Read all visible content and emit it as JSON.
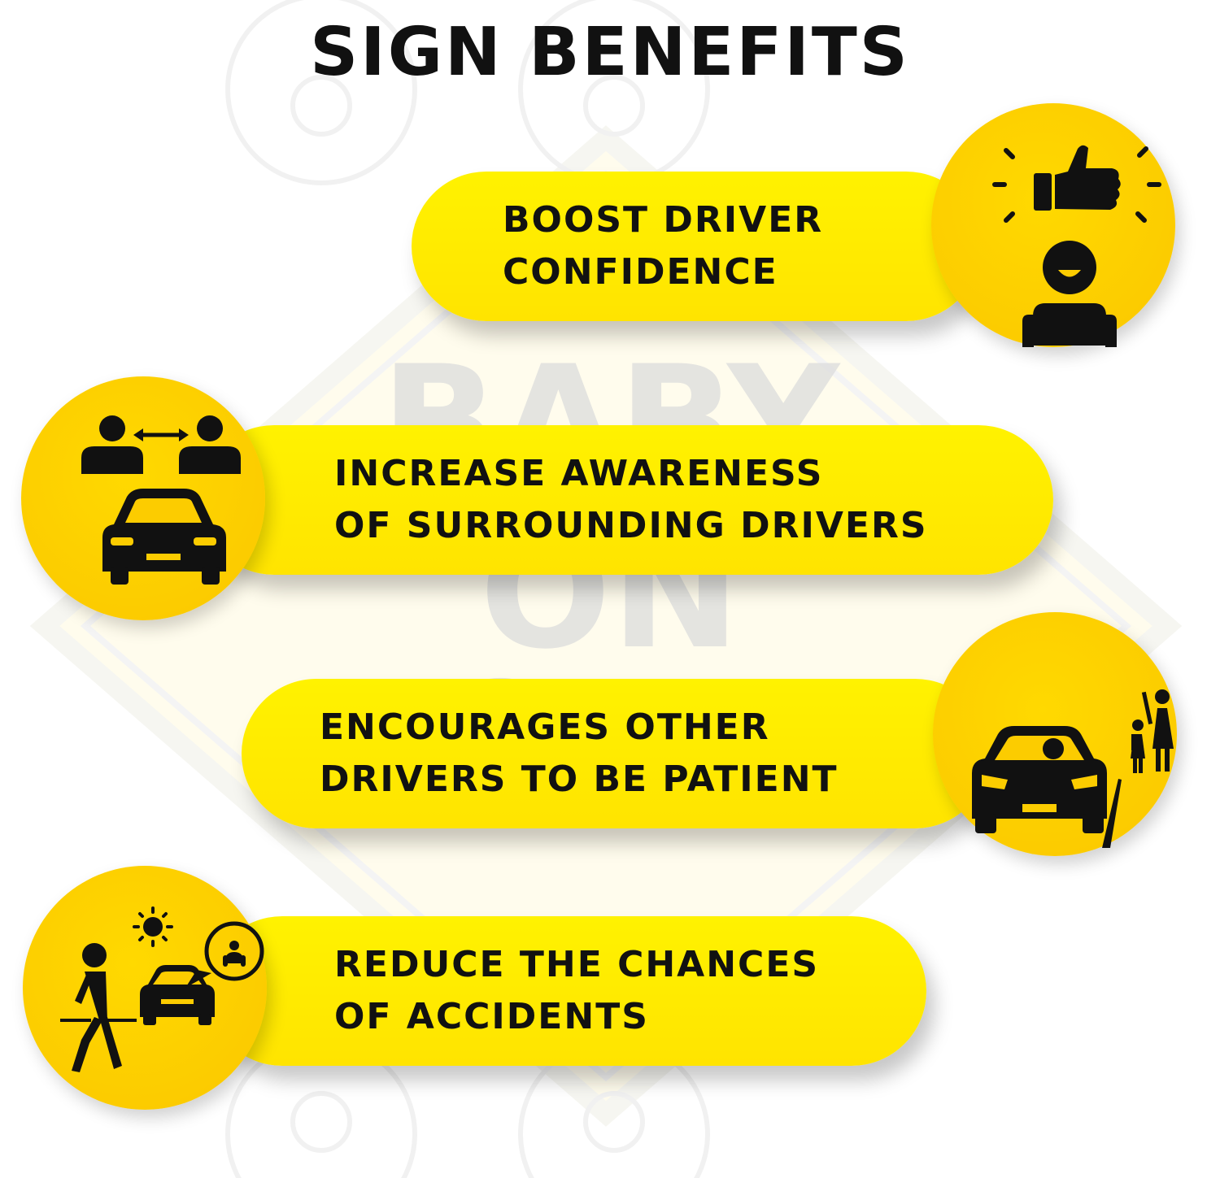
{
  "page": {
    "title": "SIGN BENEFITS",
    "background_sign_text": [
      "BABY",
      "ON",
      "BOARD"
    ]
  },
  "benefits": [
    {
      "lines": [
        "BOOST DRIVER",
        "CONFIDENCE"
      ],
      "icon": "thumbs-up-confident-driver-icon"
    },
    {
      "lines": [
        "INCREASE AWARENESS",
        "OF SURROUNDING DRIVERS"
      ],
      "icon": "drivers-awareness-car-icon"
    },
    {
      "lines": [
        "ENCOURAGES OTHER",
        "DRIVERS TO BE PATIENT"
      ],
      "icon": "car-with-pedestrians-icon"
    },
    {
      "lines": [
        "REDUCE THE CHANCES",
        "OF ACCIDENTS"
      ],
      "icon": "pedestrian-car-baby-alert-icon"
    }
  ],
  "colors": {
    "accent_yellow": "#fff200",
    "circle_yellow": "#fccc00",
    "text": "#111111",
    "background": "#ffffff"
  }
}
